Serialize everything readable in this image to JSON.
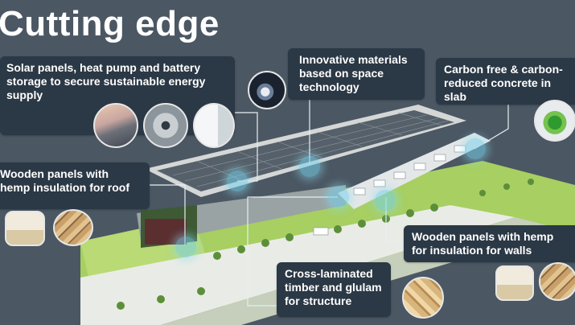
{
  "title": "Cutting edge",
  "callouts": {
    "solar": "Solar panels, heat pump and battery\nstorage to secure sustainable energy\nsupply",
    "materials": "Innovative materials\nbased on space\ntechnology",
    "concrete": "Carbon free & carbon-\nreduced concrete in slab",
    "roof": "Wooden panels with\nhemp insulation for roof",
    "walls": "Wooden panels with hemp\nfor insulation for walls",
    "timber": "Cross-laminated\ntimber and glulam\nfor structure"
  },
  "colors": {
    "background": "#4b5763",
    "callout": "#2b3845",
    "highlight": "#78d2eb",
    "grass": "#a7cf62"
  },
  "icons": [
    "solar-panel-photo",
    "heat-pump-photo",
    "battery-storage-photo",
    "satellite-photo",
    "green-plant-photo",
    "hemp-insulation-photo",
    "wooden-panel-photo"
  ]
}
